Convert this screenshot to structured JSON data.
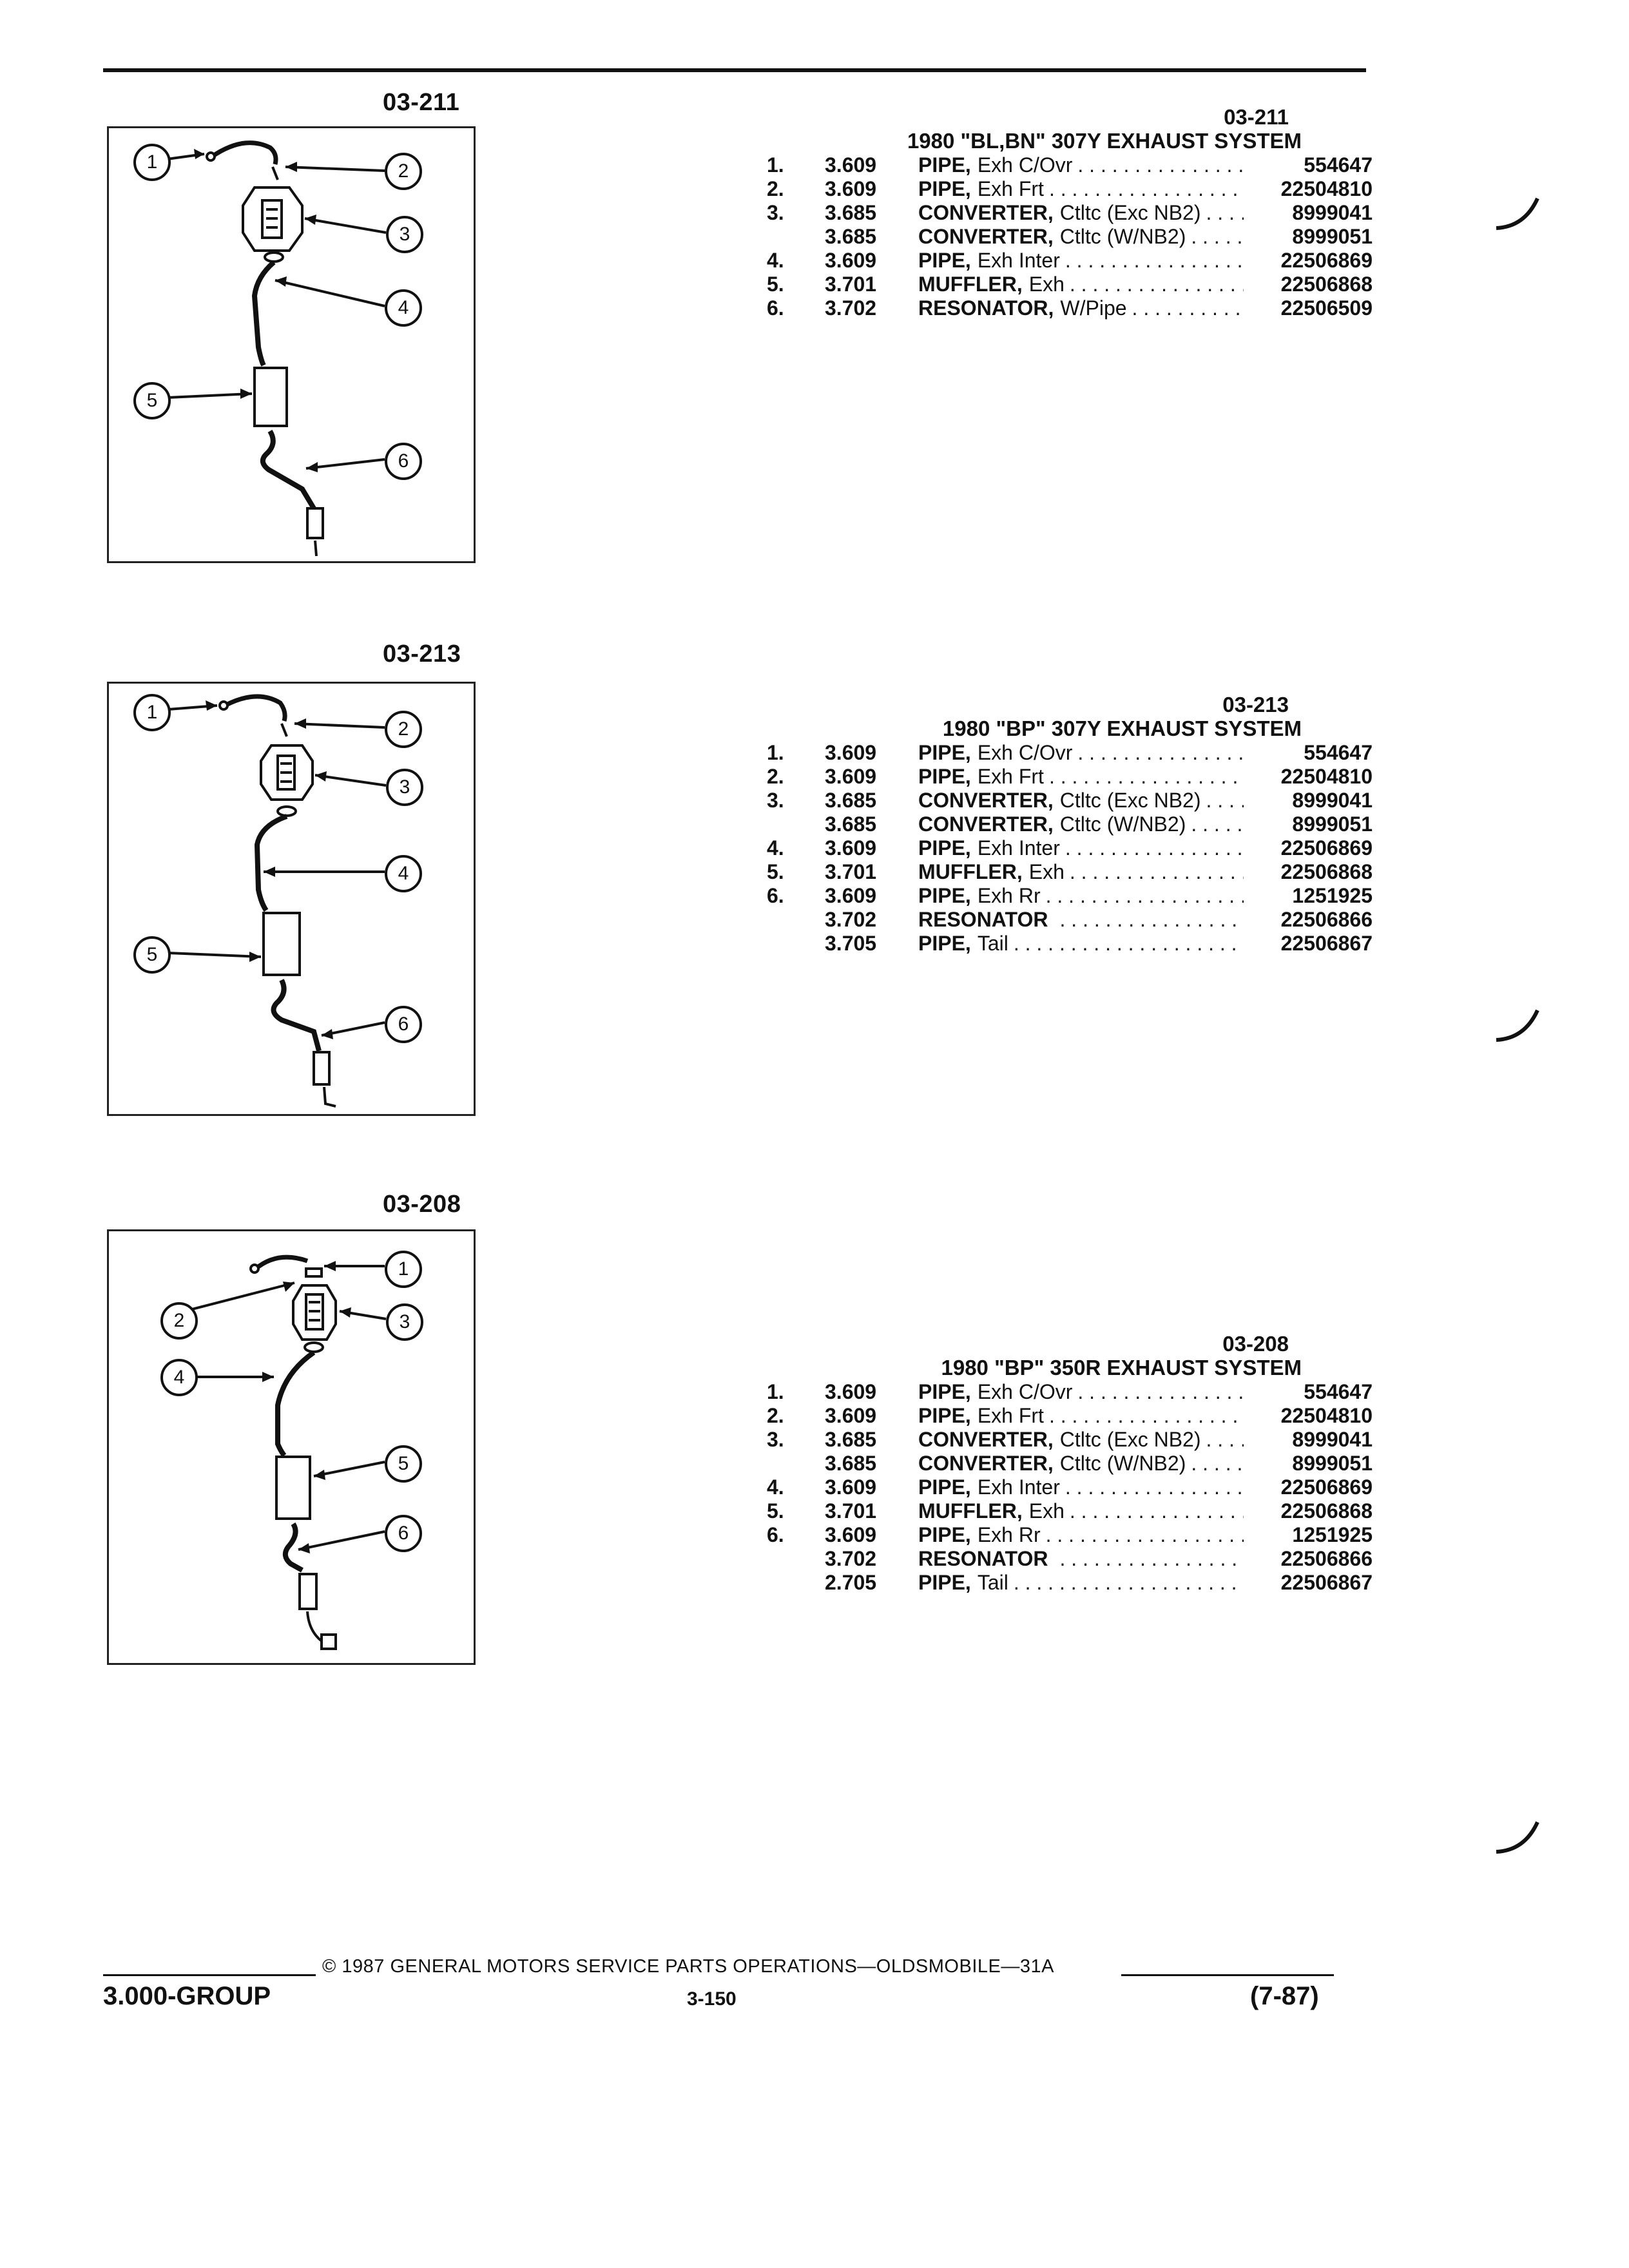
{
  "sections": [
    {
      "figure_label": "03-211",
      "code": "03-211",
      "title": "1980 \"BL,BN\" 307Y EXHAUST SYSTEM",
      "callouts": [
        "1",
        "2",
        "3",
        "4",
        "5",
        "6"
      ],
      "rows": [
        {
          "num": "1.",
          "group": "3.609",
          "name": "PIPE,",
          "desc": "Exh C/Ovr",
          "part": "554647"
        },
        {
          "num": "2.",
          "group": "3.609",
          "name": "PIPE,",
          "desc": "Exh Frt",
          "part": "22504810"
        },
        {
          "num": "3.",
          "group": "3.685",
          "name": "CONVERTER,",
          "desc": "Ctltc (Exc NB2)",
          "part": "8999041"
        },
        {
          "num": "",
          "group": "3.685",
          "name": "CONVERTER,",
          "desc": "Ctltc (W/NB2)",
          "part": "8999051"
        },
        {
          "num": "4.",
          "group": "3.609",
          "name": "PIPE,",
          "desc": "Exh Inter",
          "part": "22506869"
        },
        {
          "num": "5.",
          "group": "3.701",
          "name": "MUFFLER,",
          "desc": "Exh",
          "part": "22506868"
        },
        {
          "num": "6.",
          "group": "3.702",
          "name": "RESONATOR,",
          "desc": "W/Pipe",
          "part": "22506509"
        }
      ]
    },
    {
      "figure_label": "03-213",
      "code": "03-213",
      "title": "1980 \"BP\" 307Y EXHAUST SYSTEM",
      "callouts": [
        "1",
        "2",
        "3",
        "4",
        "5",
        "6"
      ],
      "rows": [
        {
          "num": "1.",
          "group": "3.609",
          "name": "PIPE,",
          "desc": "Exh C/Ovr",
          "part": "554647"
        },
        {
          "num": "2.",
          "group": "3.609",
          "name": "PIPE,",
          "desc": "Exh Frt",
          "part": "22504810"
        },
        {
          "num": "3.",
          "group": "3.685",
          "name": "CONVERTER,",
          "desc": "Ctltc (Exc NB2)",
          "part": "8999041"
        },
        {
          "num": "",
          "group": "3.685",
          "name": "CONVERTER,",
          "desc": "Ctltc (W/NB2)",
          "part": "8999051"
        },
        {
          "num": "4.",
          "group": "3.609",
          "name": "PIPE,",
          "desc": "Exh Inter",
          "part": "22506869"
        },
        {
          "num": "5.",
          "group": "3.701",
          "name": "MUFFLER,",
          "desc": "Exh",
          "part": "22506868"
        },
        {
          "num": "6.",
          "group": "3.609",
          "name": "PIPE,",
          "desc": "Exh Rr",
          "part": "1251925"
        },
        {
          "num": "",
          "group": "3.702",
          "name": "RESONATOR",
          "desc": "",
          "part": "22506866"
        },
        {
          "num": "",
          "group": "3.705",
          "name": "PIPE,",
          "desc": "Tail",
          "part": "22506867"
        }
      ]
    },
    {
      "figure_label": "03-208",
      "code": "03-208",
      "title": "1980 \"BP\" 350R EXHAUST SYSTEM",
      "callouts": [
        "1",
        "2",
        "3",
        "4",
        "5",
        "6"
      ],
      "rows": [
        {
          "num": "1.",
          "group": "3.609",
          "name": "PIPE,",
          "desc": "Exh C/Ovr",
          "part": "554647"
        },
        {
          "num": "2.",
          "group": "3.609",
          "name": "PIPE,",
          "desc": "Exh Frt",
          "part": "22504810"
        },
        {
          "num": "3.",
          "group": "3.685",
          "name": "CONVERTER,",
          "desc": "Ctltc (Exc NB2)",
          "part": "8999041"
        },
        {
          "num": "",
          "group": "3.685",
          "name": "CONVERTER,",
          "desc": "Ctltc (W/NB2)",
          "part": "8999051"
        },
        {
          "num": "4.",
          "group": "3.609",
          "name": "PIPE,",
          "desc": "Exh Inter",
          "part": "22506869"
        },
        {
          "num": "5.",
          "group": "3.701",
          "name": "MUFFLER,",
          "desc": "Exh",
          "part": "22506868"
        },
        {
          "num": "6.",
          "group": "3.609",
          "name": "PIPE,",
          "desc": "Exh Rr",
          "part": "1251925"
        },
        {
          "num": "",
          "group": "3.702",
          "name": "RESONATOR",
          "desc": "",
          "part": "22506866"
        },
        {
          "num": "",
          "group": "2.705",
          "name": "PIPE,",
          "desc": "Tail",
          "part": "22506867"
        }
      ]
    }
  ],
  "footer": {
    "copyright": "© 1987 GENERAL MOTORS SERVICE PARTS OPERATIONS—OLDSMOBILE—31A",
    "group": "3.000-GROUP",
    "page": "3-150",
    "date": "(7-87)"
  }
}
